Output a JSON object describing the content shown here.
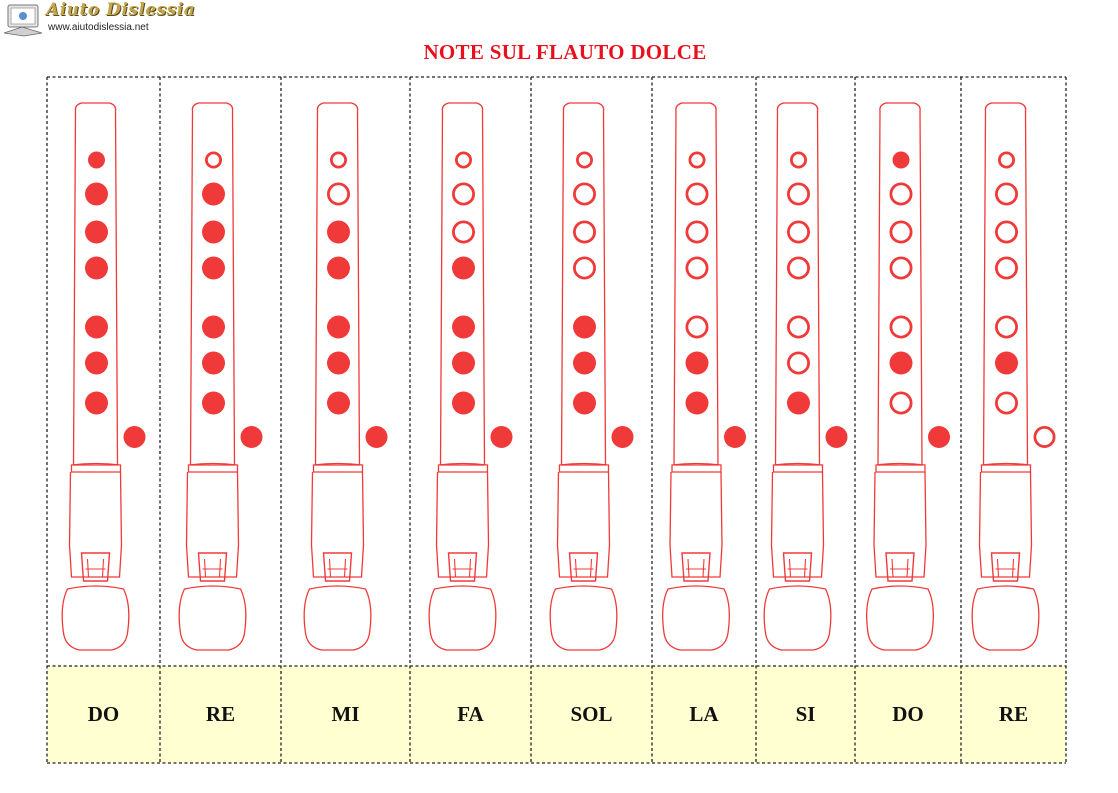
{
  "logo": {
    "title": "Aiuto Dislessia",
    "url": "www.aiutodislessia.net",
    "icon": "book-monitor-icon"
  },
  "title": "NOTE SUL FLAUTO DOLCE",
  "colors": {
    "accent_red": "#f03a3a",
    "title_red": "#e8101c",
    "label_bg": "#ffffd2",
    "border": "#222222"
  },
  "legend": "holes listed: thumb (back), then front holes 1-7 top to bottom; filled = closed, open = ring",
  "notes": [
    {
      "label": "DO",
      "holes": [
        "closed",
        "closed",
        "closed",
        "closed",
        "closed",
        "closed",
        "closed",
        "closed"
      ]
    },
    {
      "label": "RE",
      "holes": [
        "open",
        "closed",
        "closed",
        "closed",
        "closed",
        "closed",
        "closed",
        "closed"
      ]
    },
    {
      "label": "MI",
      "holes": [
        "open",
        "open",
        "closed",
        "closed",
        "closed",
        "closed",
        "closed",
        "closed"
      ]
    },
    {
      "label": "FA",
      "holes": [
        "open",
        "open",
        "open",
        "closed",
        "closed",
        "closed",
        "closed",
        "closed"
      ]
    },
    {
      "label": "SOL",
      "holes": [
        "open",
        "open",
        "open",
        "open",
        "closed",
        "closed",
        "closed",
        "closed"
      ]
    },
    {
      "label": "LA",
      "holes": [
        "open",
        "open",
        "open",
        "open",
        "open",
        "closed",
        "closed",
        "closed"
      ]
    },
    {
      "label": "SI",
      "holes": [
        "open",
        "open",
        "open",
        "open",
        "open",
        "open",
        "closed",
        "closed"
      ]
    },
    {
      "label": "DO",
      "holes": [
        "closed",
        "open",
        "open",
        "open",
        "open",
        "closed",
        "open",
        "closed"
      ]
    },
    {
      "label": "RE",
      "holes": [
        "open",
        "open",
        "open",
        "open",
        "open",
        "closed",
        "open",
        "open"
      ]
    }
  ]
}
